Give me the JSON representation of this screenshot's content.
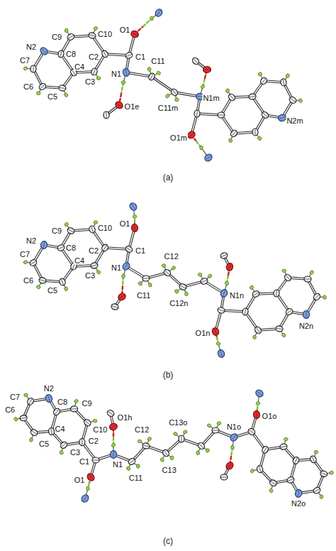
{
  "diagram": {
    "labels": [
      "O1",
      "C9",
      "C10",
      "N2",
      "C8",
      "C1",
      "C2",
      "C7",
      "C3",
      "N1",
      "C11",
      "C4",
      "C6",
      "C5",
      "C11m",
      "N1m",
      "O1e",
      "O1m",
      "N2m",
      "(a)",
      "C10",
      "O1",
      "N2",
      "C9",
      "C1",
      "C2",
      "N1",
      "C8",
      "C7",
      "C4",
      "C3",
      "C11",
      "C12",
      "C6",
      "C5",
      "C12n",
      "N1n",
      "O1n",
      "N2n",
      "(b)",
      "N2",
      "C7",
      "C8",
      "C9",
      "O1h",
      "C6",
      "C10",
      "C12",
      "C13o",
      "N1o",
      "O1o",
      "C5",
      "C3",
      "C4",
      "C2",
      "C1",
      "N1",
      "C11",
      "C13",
      "O1",
      "N2o",
      "(c)"
    ]
  }
}
